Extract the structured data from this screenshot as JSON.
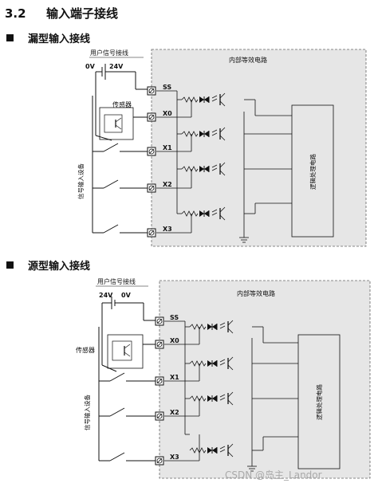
{
  "section": {
    "number": "3.2",
    "title": "输入端子接线"
  },
  "diagrams": [
    {
      "heading": "漏型输入接线",
      "user_signal_label": "用户信号接线",
      "supply_left": "0V",
      "supply_right": "24V",
      "sensor_label": "传感器",
      "device_label": "信号输入设备",
      "internal_label": "内部等效电路",
      "logic_label": "逻辑处理电路",
      "terminals": [
        "SS",
        "X0",
        "X1",
        "X2",
        "X3"
      ]
    },
    {
      "heading": "源型输入接线",
      "user_signal_label": "用户信号接线",
      "supply_left": "24V",
      "supply_right": "0V",
      "sensor_label": "传感器",
      "device_label": "信号输入设备",
      "internal_label": "内部等效电路",
      "logic_label": "逻辑处理电路",
      "terminals": [
        "SS",
        "X0",
        "X1",
        "X2",
        "X3"
      ]
    }
  ],
  "watermark": "CSDN @岛主_Landor"
}
